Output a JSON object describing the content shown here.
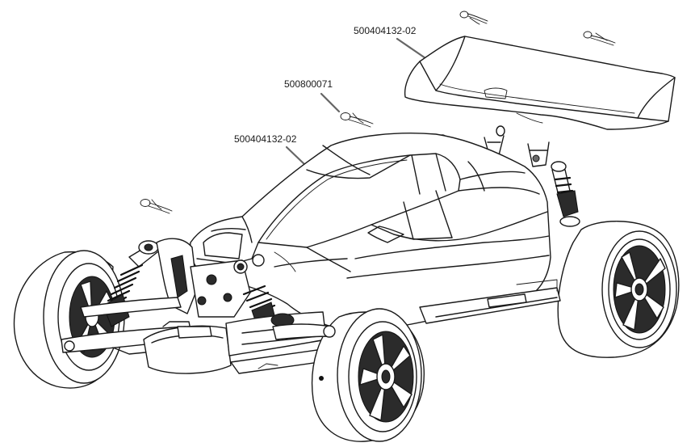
{
  "callouts": [
    {
      "id": "wing",
      "label": "500404132-02"
    },
    {
      "id": "clip",
      "label": "500800071"
    },
    {
      "id": "body",
      "label": "500404132-02"
    }
  ]
}
